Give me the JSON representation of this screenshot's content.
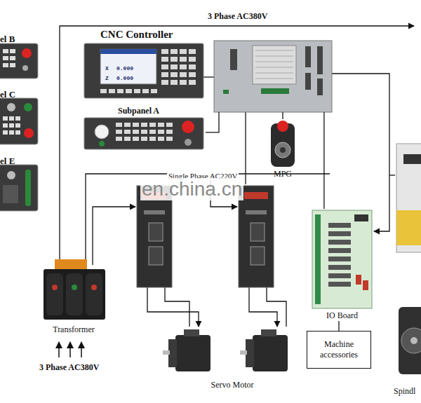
{
  "diagram": {
    "nodes": [
      {
        "text": [
          "CNC Controller"
        ]
      },
      {
        "text": [
          "Subpanel A"
        ]
      },
      {
        "text": [
          "MPG"
        ]
      },
      {
        "text": [
          "Transformer"
        ]
      },
      {
        "text": [
          "Servo Motor"
        ]
      },
      {
        "text": [
          "IO Board"
        ]
      },
      {
        "text": [
          "Machine accessories"
        ]
      }
    ],
    "edges": [
      {
        "from": 1,
        "to": 0,
        "arrow": "none"
      },
      {
        "from": 2,
        "to": 0,
        "arrow": "none"
      },
      {
        "from": 5,
        "to": 0,
        "arrow": "none"
      },
      {
        "from": 6,
        "to": 5,
        "arrow": "none"
      }
    ],
    "labels": [
      "3 Phase AC380V",
      "el B",
      "el C",
      "el E",
      "X",
      "0.000",
      "Z",
      "0.000",
      "Single Phase AC220V",
      "en.china.cn",
      "3 Phase AC380V",
      "Spindl"
    ]
  }
}
